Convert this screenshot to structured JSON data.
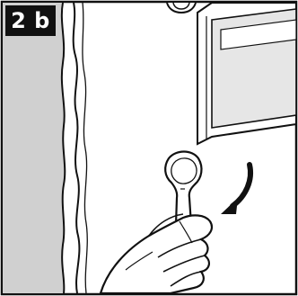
{
  "step": {
    "label": "2 b"
  },
  "illustration": {
    "parts": [
      "wall-cutout",
      "appliance",
      "bolt",
      "wrench",
      "hand",
      "rotation-arrow"
    ]
  },
  "colors": {
    "ink": "#111111",
    "wall_shade": "#d0d0d0",
    "appliance_front": "#e6e6e6",
    "background": "#ffffff"
  }
}
